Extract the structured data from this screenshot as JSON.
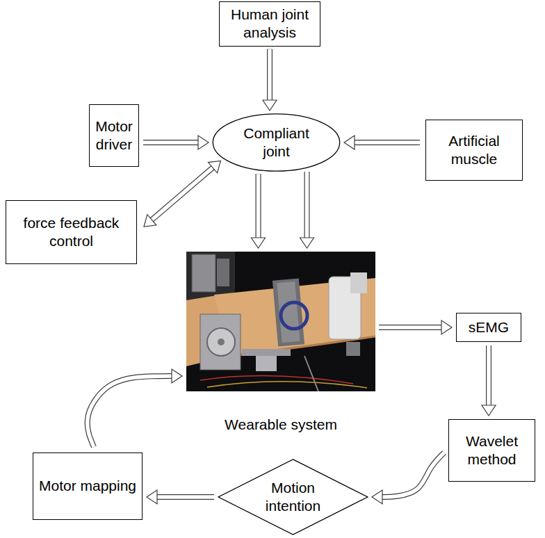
{
  "diagram": {
    "nodes": [
      {
        "text": [
          "Human joint analysis"
        ]
      },
      {
        "text": [
          "Motor driver"
        ]
      },
      {
        "text": [
          "Compliant joint"
        ]
      },
      {
        "text": [
          "Artificial muscle"
        ]
      },
      {
        "text": [
          "force feedback control"
        ]
      },
      {
        "text": [
          "Wearable system"
        ]
      },
      {
        "text": [
          "sEMG"
        ]
      },
      {
        "text": [
          "Wavelet method"
        ]
      },
      {
        "text": [
          "Motion intention"
        ]
      },
      {
        "text": [
          "Motor mapping"
        ]
      }
    ],
    "edges": [
      {
        "from": 0,
        "to": 2,
        "arrow": "to"
      },
      {
        "from": 1,
        "to": 2,
        "arrow": "to"
      },
      {
        "from": 3,
        "to": 2,
        "arrow": "to"
      },
      {
        "from": 4,
        "to": 2,
        "arrow": "both"
      },
      {
        "from": 2,
        "to": 5,
        "arrow": "to"
      },
      {
        "from": 2,
        "to": 5,
        "arrow": "to"
      },
      {
        "from": 5,
        "to": 6,
        "arrow": "to"
      },
      {
        "from": 6,
        "to": 7,
        "arrow": "to"
      },
      {
        "from": 7,
        "to": 8,
        "arrow": "to"
      },
      {
        "from": 8,
        "to": 9,
        "arrow": "to"
      },
      {
        "from": 9,
        "to": 5,
        "arrow": "to"
      }
    ]
  }
}
